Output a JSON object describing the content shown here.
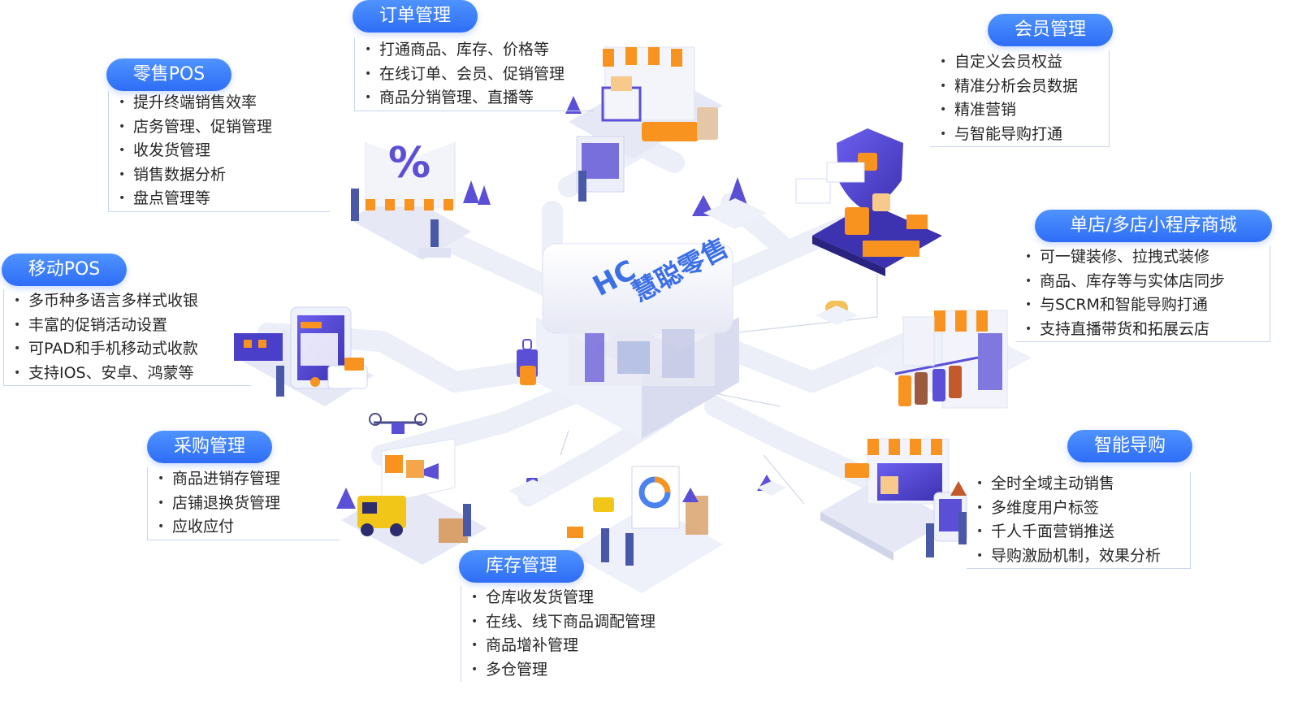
{
  "brand": {
    "logo_mark": "HC",
    "name": "慧聪零售"
  },
  "modules": [
    {
      "id": "retail-pos",
      "title": "零售POS",
      "items": [
        "提升终端销售效率",
        "店务管理、促销管理",
        "收发货管理",
        "销售数据分析",
        "盘点管理等"
      ]
    },
    {
      "id": "order-management",
      "title": "订单管理",
      "items": [
        "打通商品、库存、价格等",
        "在线订单、会员、促销管理",
        "商品分销管理、直播等"
      ]
    },
    {
      "id": "member-management",
      "title": "会员管理",
      "items": [
        "自定义会员权益",
        "精准分析会员数据",
        "精准营销",
        "与智能导购打通"
      ]
    },
    {
      "id": "mini-program-mall",
      "title": "单店/多店小程序商城",
      "items": [
        "可一键装修、拉拽式装修",
        "商品、库存等与实体店同步",
        "与SCRM和智能导购打通",
        "支持直播带货和拓展云店"
      ]
    },
    {
      "id": "mobile-pos",
      "title": "移动POS",
      "items": [
        "多币种多语言多样式收银",
        "丰富的促销活动设置",
        "可PAD和手机移动式收款",
        "支持IOS、安卓、鸿蒙等"
      ]
    },
    {
      "id": "purchase-management",
      "title": "采购管理",
      "items": [
        "商品进销存管理",
        "店铺退换货管理",
        "应收应付"
      ]
    },
    {
      "id": "smart-guide",
      "title": "智能导购",
      "items": [
        "全时全域主动销售",
        "多维度用户标签",
        "千人千面营销推送",
        "导购激励机制，效果分析"
      ]
    },
    {
      "id": "inventory-management",
      "title": "库存管理",
      "items": [
        "仓库收发货管理",
        "在线、线下商品调配管理",
        "商品增补管理",
        "多仓管理"
      ]
    }
  ],
  "colors": {
    "accent": "#2e6df6",
    "accent_light": "#4f93ff",
    "orange": "#f7931e",
    "purple": "#5b4fd6",
    "road": "#eceef8",
    "connector": "#c7d4ec"
  }
}
